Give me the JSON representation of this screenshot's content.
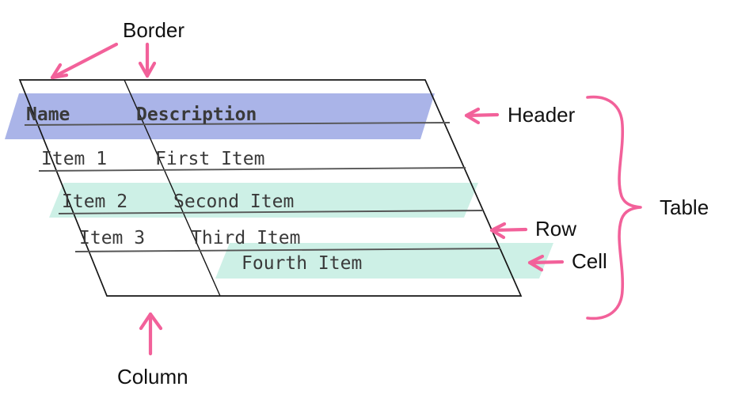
{
  "diagram": {
    "title_semantic": "html-table-anatomy-diagram",
    "colors": {
      "header_band": "#aab4e8",
      "row_band": "#cdf0e6",
      "annotation_pink": "#f2619a",
      "table_outline": "#161616",
      "rule_gray": "#555555",
      "text": "#3a3a3a",
      "annotation_text": "#111111",
      "background": "#ffffff"
    }
  },
  "table": {
    "headers": [
      {
        "label": "Name"
      },
      {
        "label": "Description"
      }
    ],
    "rows": [
      {
        "name": "Item 1",
        "description": "First Item"
      },
      {
        "name": "Item 2",
        "description": "Second Item"
      },
      {
        "name": "Item 3",
        "description": "Third Item"
      }
    ],
    "floating_cell": {
      "label": "Fourth Item"
    }
  },
  "annotations": [
    {
      "id": "border",
      "label": "Border",
      "arrows": 2,
      "position": "top"
    },
    {
      "id": "header",
      "label": "Header",
      "arrows": 1,
      "position": "right"
    },
    {
      "id": "table",
      "label": "Table",
      "arrows": 0,
      "position": "right",
      "marker": "curly-brace"
    },
    {
      "id": "row",
      "label": "Row",
      "arrows": 1,
      "position": "right"
    },
    {
      "id": "cell",
      "label": "Cell",
      "arrows": 1,
      "position": "right"
    },
    {
      "id": "column",
      "label": "Column",
      "arrows": 1,
      "position": "bottom"
    }
  ]
}
